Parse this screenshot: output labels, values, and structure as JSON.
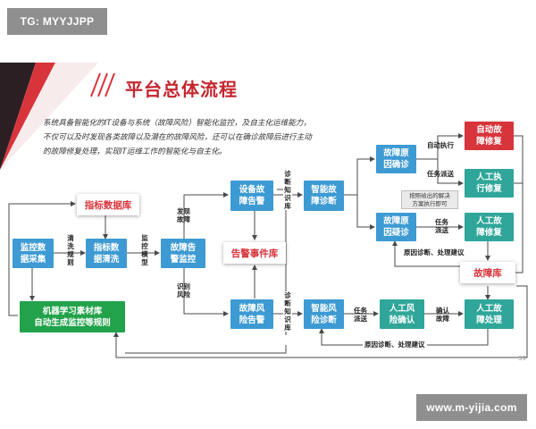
{
  "watermark_top": "TG: MYYJJPP",
  "watermark_bottom": "www.m-yijia.com",
  "title": "平台总体流程",
  "description": [
    "系统具备智能化的IT设备与系统（故障风险）智能化监控，及自主化运维能力，",
    "不仅可以及时发现各类故障以及潜在的故障风险，还可以在确诊故障后进行主动",
    "的故障修复处理，实现IT运维工作的智能化与自主化。"
  ],
  "page_number": "39",
  "databases": {
    "indicator": "指标数据库",
    "alarm": "告警事件库",
    "fault": "故障库"
  },
  "nodes": {
    "monitor_collect": [
      "监控数",
      "据采集"
    ],
    "indicator_clean": [
      "指标数",
      "据清洗"
    ],
    "fault_monitor": [
      "故障告",
      "警监控"
    ],
    "device_alarm": [
      "设备故",
      "障告警"
    ],
    "smart_diag_top": [
      "智能故",
      "障诊断"
    ],
    "fault_cause_confirm": [
      "故障原",
      "因确诊"
    ],
    "auto_repair": [
      "自动故",
      "障修复"
    ],
    "manual_exec_repair": [
      "人工执",
      "行修复"
    ],
    "fault_cause_suspect": [
      "故障原",
      "因疑诊"
    ],
    "manual_repair": [
      "人工故",
      "障修复"
    ],
    "risk_alarm": [
      "故障风",
      "险告警"
    ],
    "smart_diag_bottom": [
      "智能风",
      "险诊断"
    ],
    "manual_risk_confirm": [
      "人工风",
      "险确认"
    ],
    "manual_fault_handle": [
      "人工故",
      "障处理"
    ],
    "ml_library": [
      "机器学习素材库",
      "自动生成监控等规则"
    ]
  },
  "labels": {
    "clean_rule": [
      "清",
      "洗",
      "规",
      "则"
    ],
    "monitor_model": [
      "监",
      "控",
      "模",
      "型"
    ],
    "found_fault": [
      "发现",
      "故障"
    ],
    "identify_risk": [
      "识别",
      "风险"
    ],
    "diag_knowledge_top": [
      "诊",
      "断",
      "知",
      "识",
      "库"
    ],
    "diag_knowledge_bottom": [
      "诊",
      "断",
      "知",
      "识",
      "库"
    ],
    "auto_exec": "自动执行",
    "task_dispatch_top": "任务派送",
    "task_dispatch_mid": [
      "任务",
      "派送"
    ],
    "task_dispatch_bottom": [
      "任务",
      "派送"
    ],
    "confirm_fault": [
      "确认",
      "故障"
    ],
    "cause_suggestion_top": "原因诊断、处理建议",
    "cause_suggestion_bottom": "原因诊断、处理建议"
  },
  "note": [
    "按照给出的解决",
    "方案执行即可"
  ],
  "colors": {
    "blue": "#3d9ad3",
    "teal": "#2fa699",
    "red": "#d8343b",
    "green": "#22a24a",
    "arrow": "#4a4a4a",
    "title": "#c4262e"
  }
}
